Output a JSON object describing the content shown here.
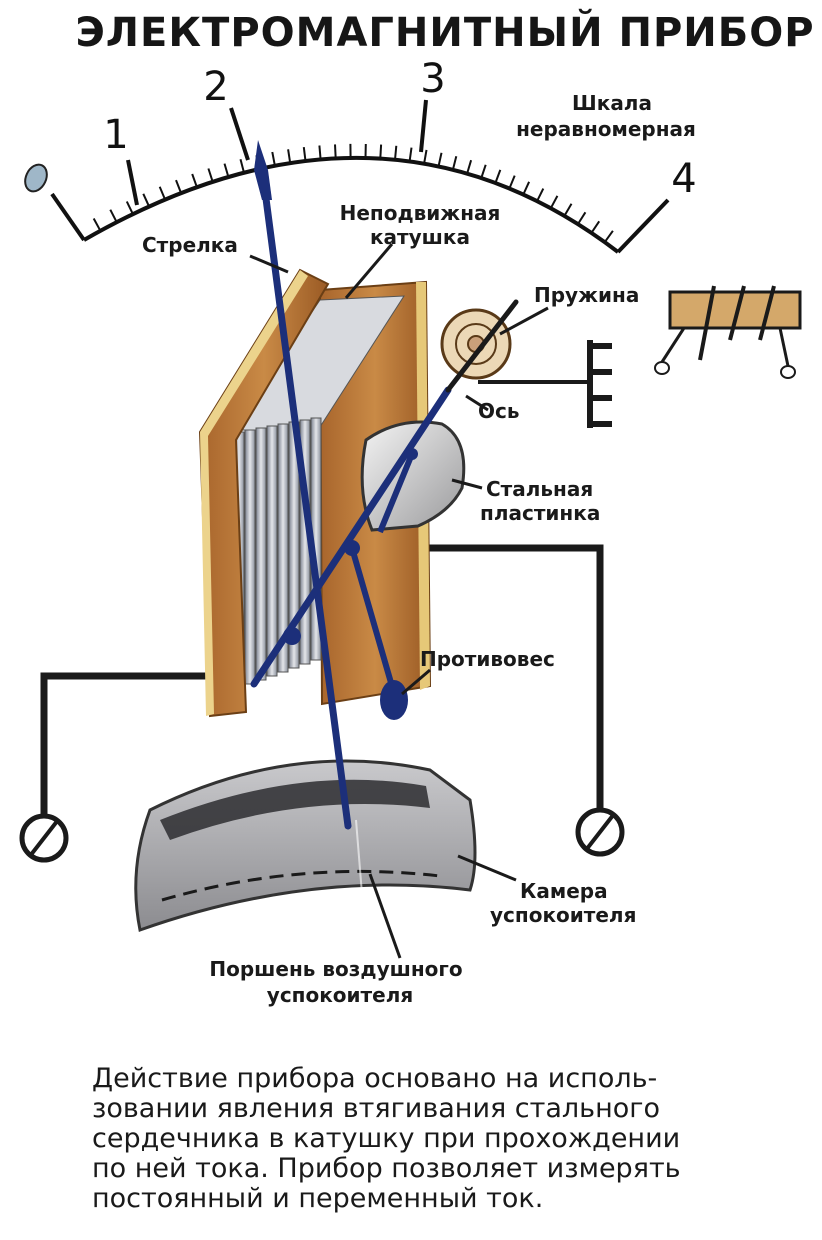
{
  "title": "ЭЛЕКТРОМАГНИТНЫЙ ПРИБОР",
  "scale": {
    "numbers": [
      "0",
      "1",
      "2",
      "3",
      "4"
    ],
    "label_line1": "Шкала",
    "label_line2": "неравномерная"
  },
  "labels": {
    "strelka": "Стрелка",
    "coil_line1": "Неподвижная",
    "coil_line2": "катушка",
    "spring": "Пружина",
    "axis": "Ось",
    "plate_line1": "Стальная",
    "plate_line2": "пластинка",
    "counterweight": "Противовес",
    "chamber_line1": "Камера",
    "chamber_line2": "успокоителя",
    "piston_line1": "Поршень воздушного",
    "piston_line2": "успокоителя"
  },
  "description": [
    "Действие прибора основано на исполь-",
    "зовании явления втягивания стального",
    "сердечника в катушку при прохождении",
    "по ней тока. Прибор позволяет измерять",
    "постоянный и переменный ток."
  ],
  "colors": {
    "needle": "#1c2f7a",
    "coil_frame": "#c4803c",
    "coil_edge": "#e6c878",
    "plates": "#b8bcc4",
    "chamber": "#a0a0a4",
    "wire": "#1a1a1a"
  }
}
